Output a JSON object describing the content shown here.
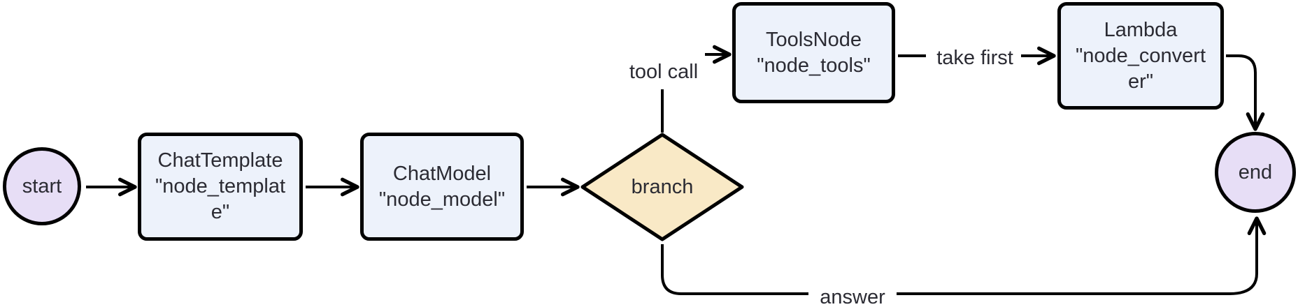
{
  "diagram_title": "",
  "nodes": {
    "start": {
      "label": "start",
      "shape": "circle"
    },
    "chat_template": {
      "label": "ChatTemplate\n\"node_templat\ne\"",
      "shape": "rect"
    },
    "chat_model": {
      "label": "ChatModel\n\"node_model\"",
      "shape": "rect"
    },
    "branch": {
      "label": "branch",
      "shape": "diamond"
    },
    "tools_node": {
      "label": "ToolsNode\n\"node_tools\"",
      "shape": "rect"
    },
    "node_converter": {
      "label": "Lambda\n\"node_convert\ner\"",
      "shape": "rect"
    },
    "end": {
      "label": "end",
      "shape": "circle"
    }
  },
  "edges": [
    {
      "from": "start",
      "to": "chat_template",
      "label": ""
    },
    {
      "from": "chat_template",
      "to": "chat_model",
      "label": ""
    },
    {
      "from": "chat_model",
      "to": "branch",
      "label": ""
    },
    {
      "from": "branch",
      "to": "tools_node",
      "label": "tool call"
    },
    {
      "from": "tools_node",
      "to": "node_converter",
      "label": "take first"
    },
    {
      "from": "node_converter",
      "to": "end",
      "label": ""
    },
    {
      "from": "branch",
      "to": "end",
      "label": "answer"
    }
  ],
  "colors": {
    "canvas_bg": "#ffffff",
    "node_fill_terminal": "#e7def6",
    "node_fill_process": "#edf2fb",
    "node_fill_decision": "#f9e9c6",
    "node_stroke": "#000000",
    "edge_stroke": "#000000",
    "text": "#2b2b33"
  }
}
